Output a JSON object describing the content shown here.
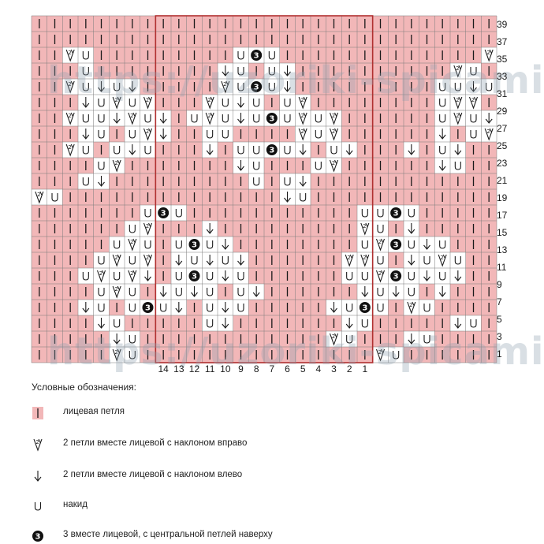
{
  "watermark": "https://uzoriki-spicami.ru",
  "grid": {
    "rows": 22,
    "cols": 30,
    "colors": {
      "knit_bg": "#f2b7b8",
      "empty_bg": "#ffffff",
      "line": "#7a7a7a",
      "frame": "#b03030"
    }
  },
  "row_numbers": [
    "39",
    "37",
    "35",
    "33",
    "31",
    "29",
    "27",
    "25",
    "23",
    "21",
    "19",
    "17",
    "15",
    "13",
    "11",
    "9",
    "7",
    "5",
    "3",
    "1"
  ],
  "column_numbers": [
    "14",
    "13",
    "12",
    "11",
    "10",
    "9",
    "8",
    "7",
    "6",
    "5",
    "4",
    "3",
    "2",
    "1"
  ],
  "pattern": [
    "||||||||||||||||||||||||||||||",
    "||||||||||||||||||||||||||||||",
    "||ZU|||||||||UOU|||||||||||||ZV",
    "|||U||||||||VU|UV||||||||||ZU|",
    "||ZUVUV|||||ZUOUV|||||||||UUVU",
    "|||VUZUZ|||ZUVU|UZ||||||||UZZ|",
    "||ZUUVZUV|UZUVUOUZUZ||||||UZUV",
    "|||VU|UZV||UU||||ZUZ||||||V|UZ",
    "||ZU|UVU|||V|UUOUV|UV|||V|UV||",
    "||||UZ|||||||VU|||UZ||||||VU||",
    "|||UV|||||||||U|UV||||||||||||",
    "ZU||||||||||||||VU||||||||||||",
    "|||||||UOU|||||||||||UUOU|||||",
    "||||||UZ|||V|||||||||ZU|V|||||",
    "|||||UZU|UOUV||||||||UZOUVU|||",
    "||||UZUZ|VUVUV||||||ZZU|VUZU||",
    "|||UZUZV|UOUVU||||||UUZOUVUV||",
    "||||UZU|VUVU|UV||||||VUVU|V|||",
    "|||VU|UOUV|UVU|||||VUOU|ZU||||",
    "||||VU|||||UV|||||||VU|||||VU|",
    "|||||VU||||||||||||ZU|||VU||||",
    "|||||ZU|||||||||||||||ZU||||||"
  ],
  "legend": {
    "title": "Условные обозначения:",
    "items": [
      {
        "symbol": "knit",
        "text": "лицевая петля"
      },
      {
        "symbol": "k2tog-right",
        "text": "2 петли вместе лицевой с наклоном вправо"
      },
      {
        "symbol": "k2tog-left",
        "text": "2 петли вместе лицевой с наклоном влево"
      },
      {
        "symbol": "yarn-over",
        "text": "накид"
      },
      {
        "symbol": "k3tog-center",
        "text": "3 вместе лицевой, с центральной петлей наверху"
      }
    ]
  }
}
